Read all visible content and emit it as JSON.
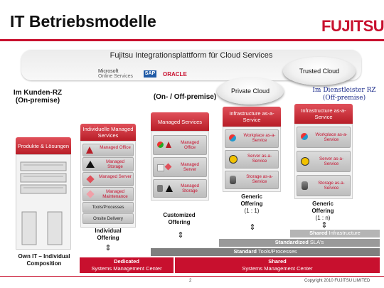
{
  "title": "IT Betriebsmodelle",
  "logo": "FUJITSU",
  "platform": {
    "title": "Fujitsu Integrationsplattform für Cloud Services",
    "vendors": [
      "Microsoft",
      "Online Services",
      "SAP",
      "ORACLE"
    ]
  },
  "clouds": {
    "trusted": "Trusted Cloud",
    "private": "Private Cloud"
  },
  "headings": {
    "on_premise_line1": "Im Kunden-RZ",
    "on_premise_line2": "(On-premise)",
    "on_off": "(On- / Off-premise)",
    "off_premise_line1": "Im Dienstleister RZ",
    "off_premise_line2": "(Off-premise)"
  },
  "columns": {
    "produkte": {
      "header": "Produkte & Lösungen",
      "caption_line1": "Own IT – Individual",
      "caption_line2": "Composition"
    },
    "individuelle": {
      "header": "Individuelle Managed Services",
      "items": [
        "Managed Office",
        "Managed Storage",
        "Managed Server",
        "Managed Maintenance"
      ],
      "plain_items": [
        "Tools/Processes",
        "Onsite Delivery"
      ],
      "caption_line1": "Individual",
      "caption_line2": "Offering"
    },
    "managed": {
      "header": "Managed Services",
      "items": [
        "Managed Office",
        "Managed Server",
        "Managed Storage"
      ],
      "caption_line1": "Customized",
      "caption_line2": "Offering"
    },
    "iaas_private": {
      "header": "Infrastructure as-a-Service",
      "items": [
        "Workplace as-a-Service",
        "Server as-a-Service",
        "Storage as-a-Service"
      ],
      "caption_line1": "Generic",
      "caption_line2": "Offering",
      "caption_ratio": "(1 : 1)"
    },
    "iaas_trusted": {
      "header": "Infrastructure as-a-Service",
      "items": [
        "Workplace as-a-Service",
        "Server as-a-Service",
        "Storage as-a-Service"
      ],
      "caption_line1": "Generic",
      "caption_line2": "Offering",
      "caption_ratio": "(1 : n)"
    }
  },
  "bars": {
    "shared_infra_bold": "Shared",
    "shared_infra_rest": " Infrastructure",
    "sla_bold": "Standardized",
    "sla_rest": " SLA's",
    "tools_bold": "Standard",
    "tools_rest": " Tools/Processes",
    "dedicated_bold": "Dedicated",
    "dedicated_rest": "Systems Management Center",
    "shared_bold": "Shared",
    "shared_rest": "Systems Management Center"
  },
  "footer": {
    "page": "2",
    "copyright": "Copyright 2010 FUJITSU LIMITED"
  },
  "colors": {
    "brand_red": "#c8102e",
    "header_red": "#b81d27",
    "grey_bar": "#8c8c8c"
  }
}
